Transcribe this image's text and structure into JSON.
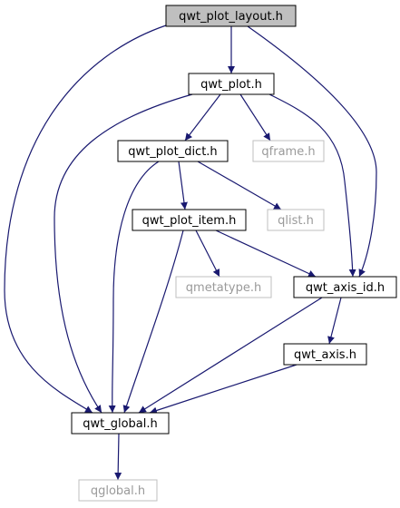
{
  "colors": {
    "edge": "#191970",
    "root_fill": "#bfbfbf",
    "node_border": "#000000",
    "external_border": "#bfbfbf",
    "external_text": "#9a9a9a"
  },
  "nodes": [
    {
      "id": "qwt_plot_layout",
      "label": "qwt_plot_layout.h",
      "kind": "root"
    },
    {
      "id": "qwt_plot",
      "label": "qwt_plot.h",
      "kind": "internal"
    },
    {
      "id": "qwt_plot_dict",
      "label": "qwt_plot_dict.h",
      "kind": "internal"
    },
    {
      "id": "qframe",
      "label": "qframe.h",
      "kind": "external"
    },
    {
      "id": "qwt_plot_item",
      "label": "qwt_plot_item.h",
      "kind": "internal"
    },
    {
      "id": "qlist",
      "label": "qlist.h",
      "kind": "external"
    },
    {
      "id": "qmetatype",
      "label": "qmetatype.h",
      "kind": "external"
    },
    {
      "id": "qwt_axis_id",
      "label": "qwt_axis_id.h",
      "kind": "internal"
    },
    {
      "id": "qwt_axis",
      "label": "qwt_axis.h",
      "kind": "internal"
    },
    {
      "id": "qwt_global",
      "label": "qwt_global.h",
      "kind": "internal"
    },
    {
      "id": "qglobal",
      "label": "qglobal.h",
      "kind": "external"
    }
  ],
  "edges": [
    {
      "from": "qwt_plot_layout",
      "to": "qwt_plot"
    },
    {
      "from": "qwt_plot_layout",
      "to": "qwt_global"
    },
    {
      "from": "qwt_plot_layout",
      "to": "qwt_axis_id"
    },
    {
      "from": "qwt_plot",
      "to": "qwt_plot_dict"
    },
    {
      "from": "qwt_plot",
      "to": "qframe"
    },
    {
      "from": "qwt_plot",
      "to": "qwt_global"
    },
    {
      "from": "qwt_plot",
      "to": "qwt_axis_id"
    },
    {
      "from": "qwt_plot_dict",
      "to": "qwt_plot_item"
    },
    {
      "from": "qwt_plot_dict",
      "to": "qlist"
    },
    {
      "from": "qwt_plot_dict",
      "to": "qwt_global"
    },
    {
      "from": "qwt_plot_item",
      "to": "qmetatype"
    },
    {
      "from": "qwt_plot_item",
      "to": "qwt_axis_id"
    },
    {
      "from": "qwt_plot_item",
      "to": "qwt_global"
    },
    {
      "from": "qwt_axis_id",
      "to": "qwt_axis"
    },
    {
      "from": "qwt_axis_id",
      "to": "qwt_global"
    },
    {
      "from": "qwt_axis",
      "to": "qwt_global"
    },
    {
      "from": "qwt_global",
      "to": "qglobal"
    }
  ]
}
